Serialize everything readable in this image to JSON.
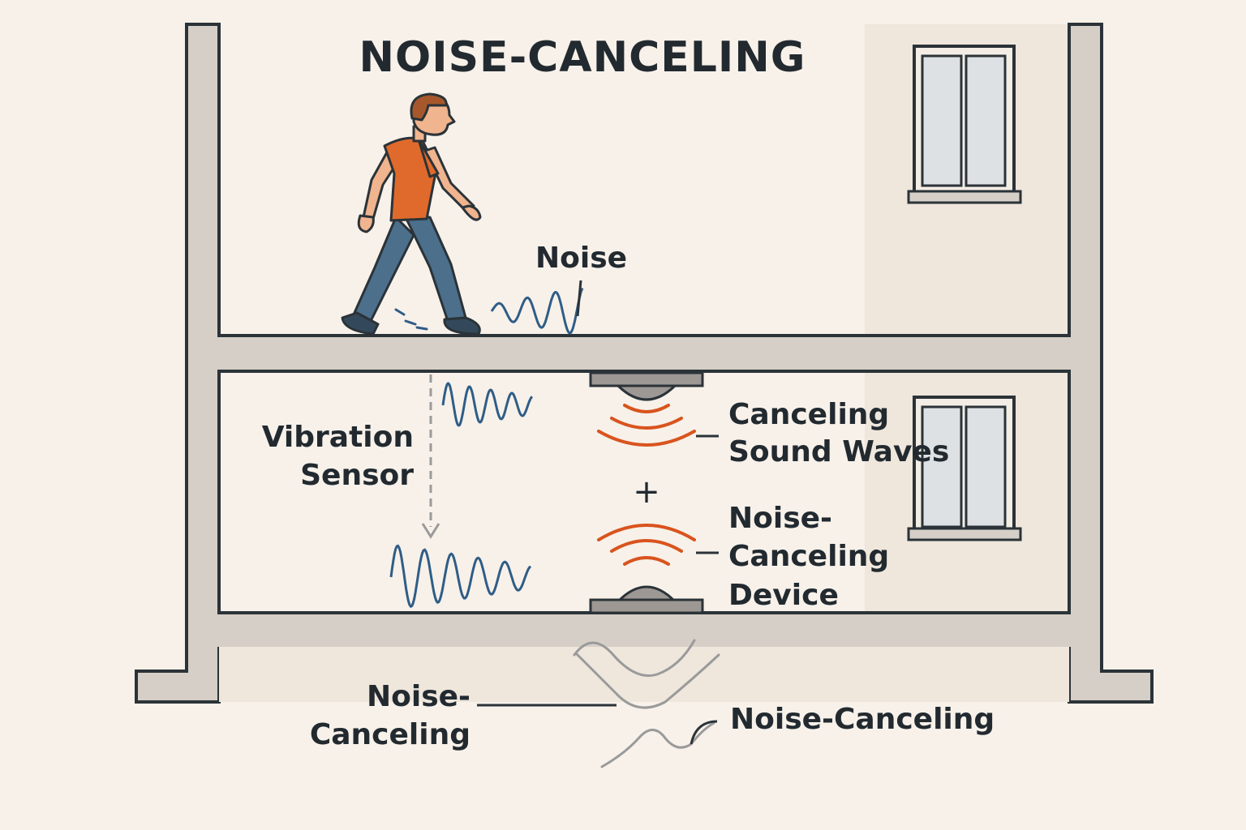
{
  "title": "NOISE-CANCELING",
  "labels": {
    "noise": "Noise",
    "vibration_sensor_line1": "Vibration",
    "vibration_sensor_line2": "Sensor",
    "canceling_waves_line1": "Canceling",
    "canceling_waves_line2": "Sound Waves",
    "plus": "+",
    "device_line1": "Noise-",
    "device_line2": "Canceling",
    "device_line3": "Device",
    "bottom_left_line1": "Noise-",
    "bottom_left_line2": "Canceling",
    "bottom_right": "Noise-Canceling"
  },
  "colors": {
    "background": "#f7f1ea",
    "wall": "#d6cfc7",
    "outline": "#2b3338",
    "noise_wave": "#2f5d86",
    "canceling_wave": "#d9541e",
    "neutral_wave": "#9a9a9a",
    "shirt": "#e06a2c",
    "pants": "#4c6f8c",
    "window_glass": "#dde1e4"
  }
}
